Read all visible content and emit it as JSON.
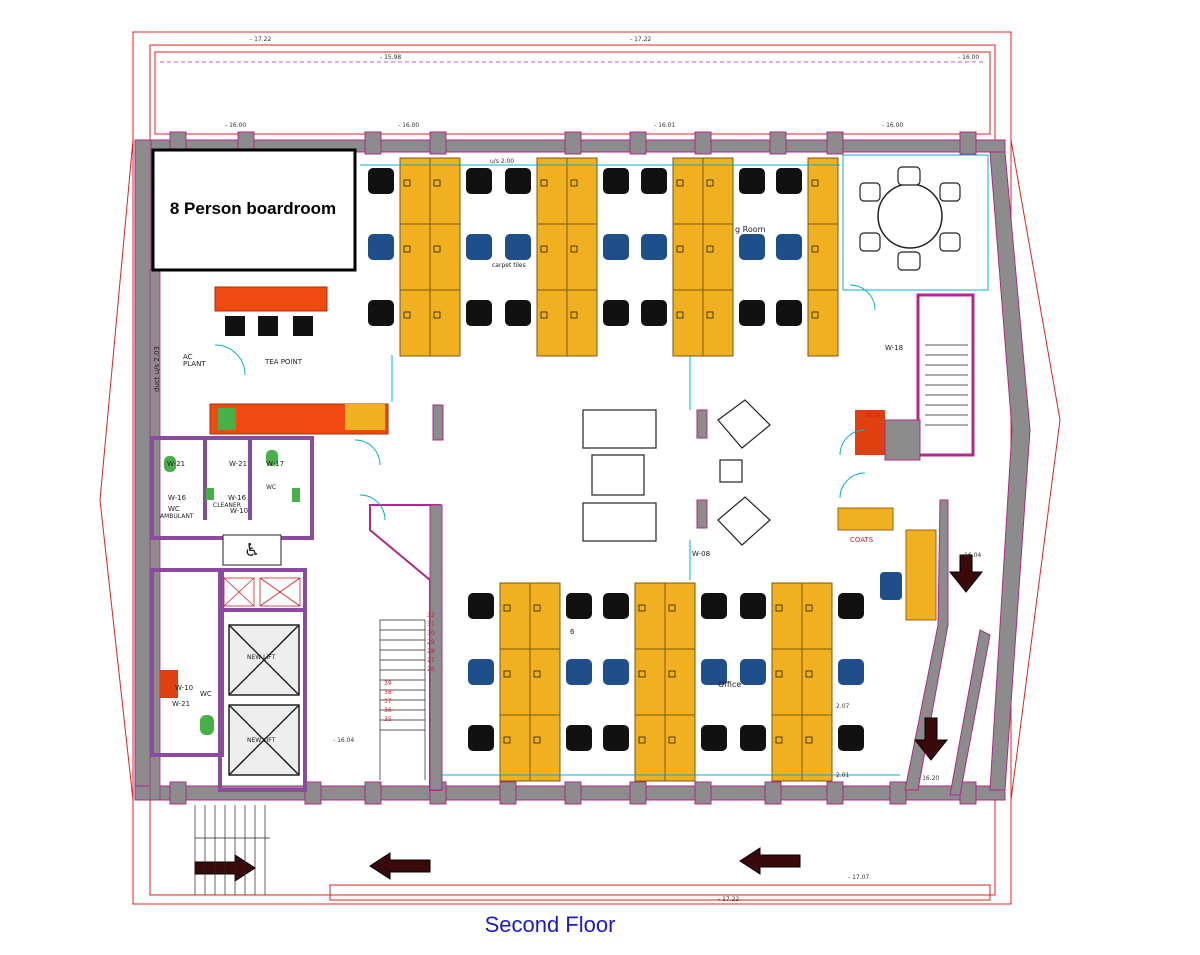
{
  "plan": {
    "caption": "Second Floor",
    "boardroom_label": "8 Person boardroom",
    "rooms": {
      "tea_point": "TEA POINT",
      "ac_plant": "AC PLANT",
      "duct": "duct u/s 2.03",
      "coats": "COATS",
      "meeting_room": "g Room",
      "office": "Office",
      "carpet_tiles": "carpet tiles",
      "cleaner": "CLEANER",
      "wc_1": "WC",
      "wc_2": "WC",
      "wc_3": "WC",
      "new_lift_1": "NEW LIFT",
      "new_lift_2": "NEW LIFT",
      "riser": "NEW"
    },
    "wall_tags": {
      "w21a": "W-21",
      "w21b": "W-21",
      "w17": "W-17",
      "w16a": "W-16",
      "w16b": "W-16",
      "w10a": "W-10",
      "w10b": "W-10",
      "w21c": "W-21",
      "w18": "W-18",
      "w08": "W-08",
      "ambulant": "AMBULANT"
    },
    "dimensions": {
      "top1": "- 17.22",
      "top2": "- 17.22",
      "top3": "- 15.98",
      "top4": "- 16.00",
      "row1": "- 16.00",
      "row2": "- 16.00",
      "row3": "- 16.01",
      "row4": "- 16.00",
      "us200": "u/s 2.00",
      "left": "- 16.04",
      "right_low": "- 16.20",
      "right_mid": "- 16.04",
      "bottom1": "- 17.07",
      "bottom2": "- 17.22",
      "d207": "2.07",
      "d201": "2.01"
    },
    "stair_numbers": [
      "32",
      "31",
      "30",
      "29",
      "28",
      "27",
      "26"
    ],
    "stair_numbers_2": [
      "39",
      "38",
      "37",
      "36",
      "35"
    ],
    "misc": {
      "six": "6"
    },
    "colors": {
      "wall": "#8c8c8c",
      "wall_edge": "#b0288c",
      "desk": "#f0b020",
      "chair_black": "#111111",
      "chair_blue": "#1f4f8a",
      "boundary": "#e02020",
      "counter": "#f04a10",
      "cyan": "#00b0d0",
      "caption": "#1a1acc"
    }
  }
}
